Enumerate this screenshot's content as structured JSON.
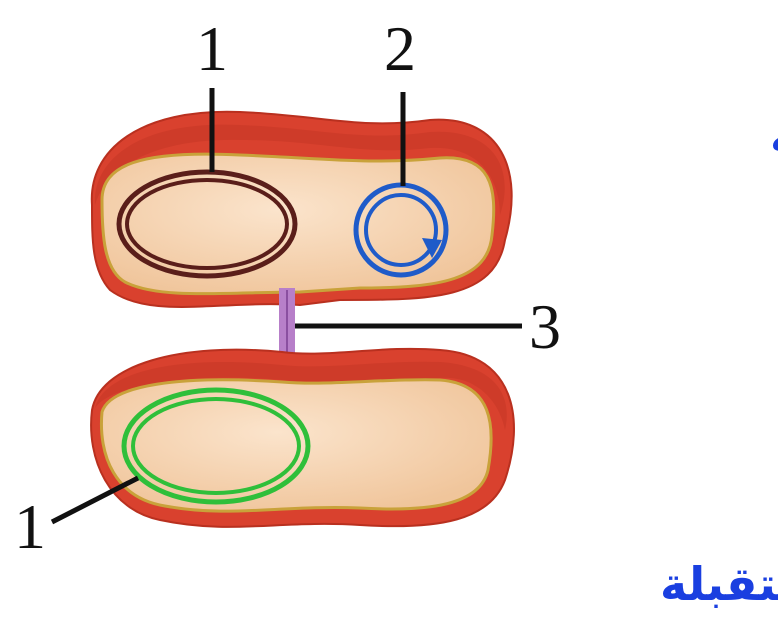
{
  "labels": {
    "donor_cell": "خلية مانحة",
    "recipient_cell": "خلية متقبلة",
    "n1_top": "1",
    "n2": "2",
    "n3": "3",
    "n1_bottom": "1"
  },
  "colors": {
    "cell_wall": "#d9412e",
    "cell_wall_dark": "#b9301f",
    "membrane": "#c9a23a",
    "cytoplasm": "#f7d6b5",
    "chromosome_donor": "#5a1e1a",
    "plasmid": "#1f5bc9",
    "pilus": "#b77fc9",
    "chromosome_recipient": "#2fbf3a",
    "label_text": "#1a3fe0",
    "leader_line": "#111111"
  }
}
